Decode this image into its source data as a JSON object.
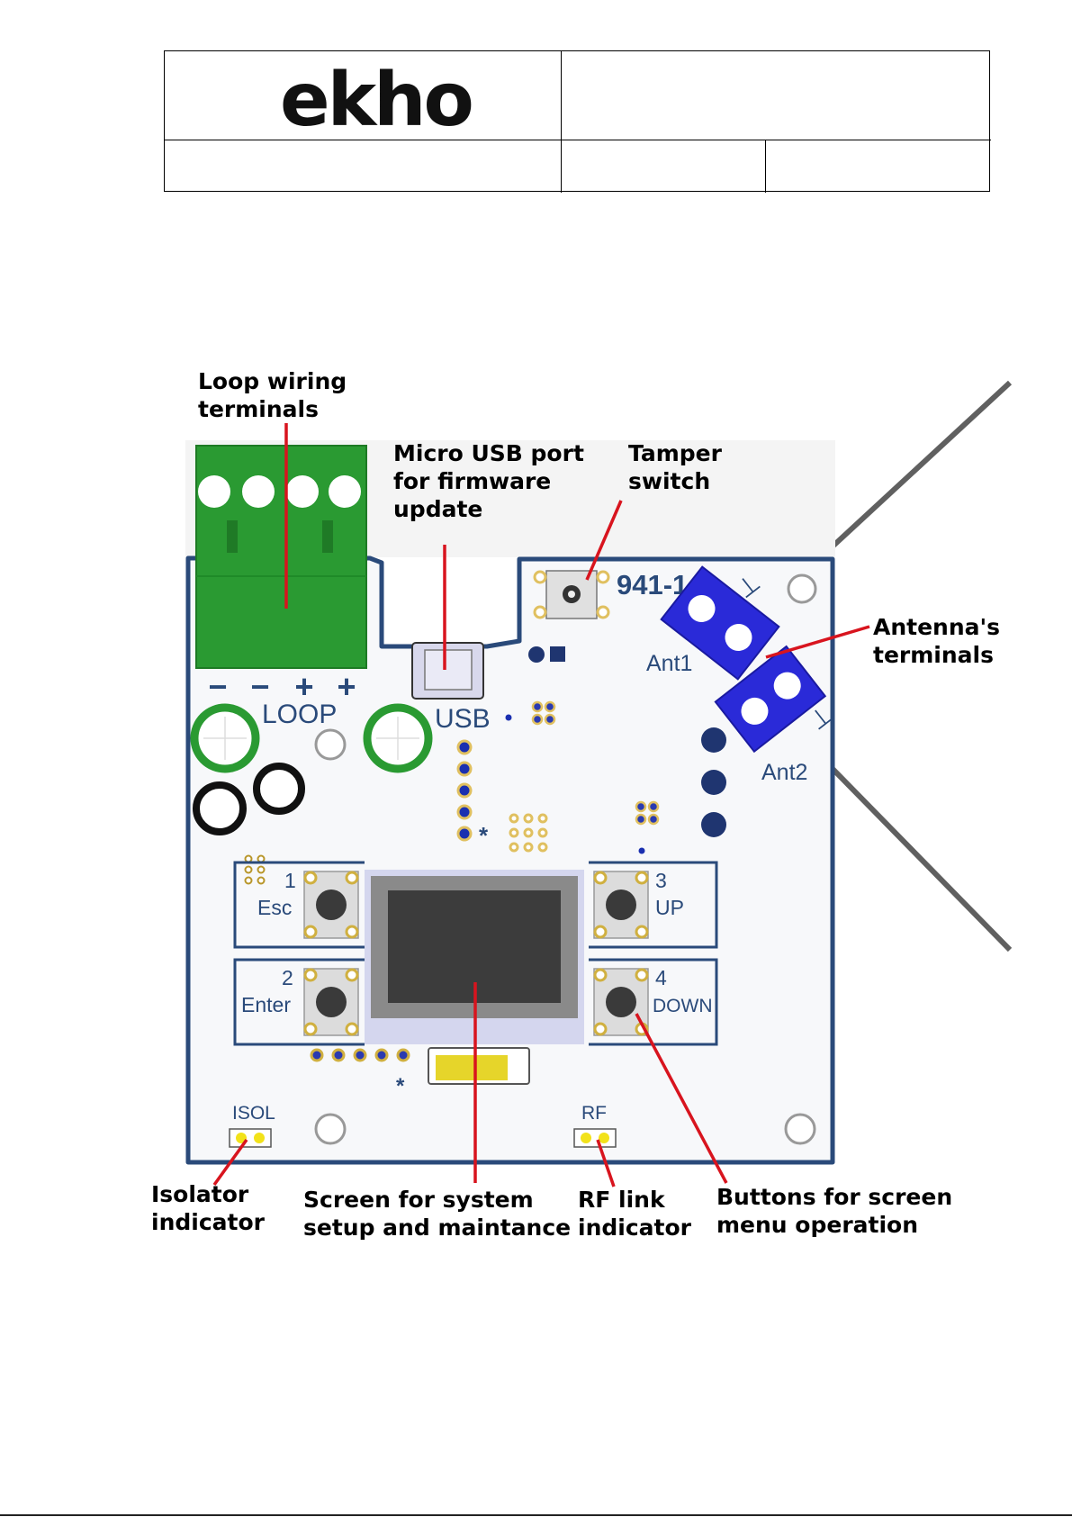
{
  "header": {
    "logo_text": "ekho"
  },
  "board": {
    "model": "941-1",
    "loop_label": "LOOP",
    "usb_label": "USB",
    "loop_polarity": [
      "−",
      "−",
      "+",
      "+"
    ],
    "ant1_label": "Ant1",
    "ant2_label": "Ant2",
    "buttons": [
      {
        "number": "1",
        "name": "Esc"
      },
      {
        "number": "2",
        "name": "Enter"
      },
      {
        "number": "3",
        "name": "UP"
      },
      {
        "number": "4",
        "name": "DOWN"
      }
    ],
    "isol_label": "ISOL",
    "rf_label": "RF",
    "asterisk": "*"
  },
  "callouts": {
    "loop": "Loop wiring\nterminals",
    "usb": "Micro USB port\nfor firmware\nupdate",
    "tamper": "Tamper\nswitch",
    "antenna": "Antenna's\nterminals",
    "isolator": "Isolator\nindicator",
    "screen": "Screen for system\nsetup and maintance",
    "rf": "RF link\nindicator",
    "buttons": "Buttons for screen\nmenu operation"
  },
  "colors": {
    "board_edge": "#2a4a7a",
    "terminal_green": "#2a9a32",
    "terminal_blue": "#2a2ad8",
    "leader_red": "#d8141e",
    "display": "#3c3c3c"
  }
}
